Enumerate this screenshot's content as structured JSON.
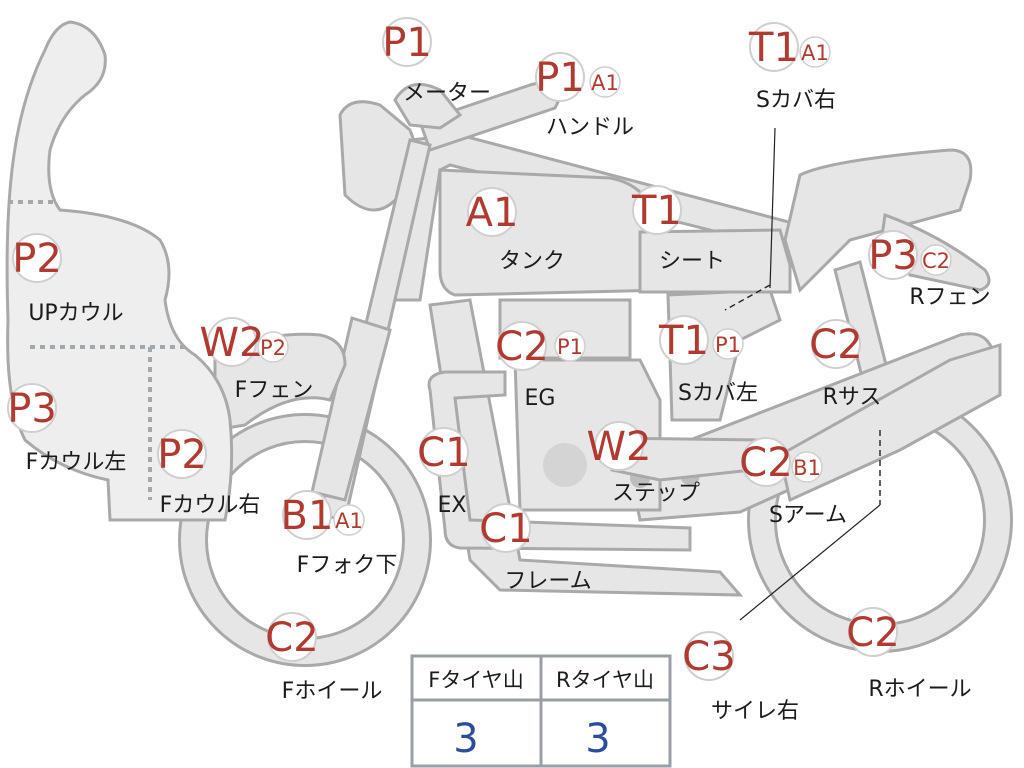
{
  "parts": [
    {
      "id": "meter",
      "codes": [
        "P1"
      ],
      "label": "メーター"
    },
    {
      "id": "handle",
      "codes": [
        "P1",
        "A1"
      ],
      "label": "ハンドル"
    },
    {
      "id": "s-cover-r",
      "codes": [
        "T1",
        "A1"
      ],
      "label": "Sカバ右"
    },
    {
      "id": "tank",
      "codes": [
        "A1"
      ],
      "label": "タンク"
    },
    {
      "id": "seat",
      "codes": [
        "T1"
      ],
      "label": "シート"
    },
    {
      "id": "r-fender",
      "codes": [
        "P3",
        "C2"
      ],
      "label": "Rフェン"
    },
    {
      "id": "up-cowl",
      "codes": [
        "P2"
      ],
      "label": "UPカウル"
    },
    {
      "id": "f-fender",
      "codes": [
        "W2",
        "P2"
      ],
      "label": "Fフェン"
    },
    {
      "id": "eg",
      "codes": [
        "C2",
        "P1"
      ],
      "label": "EG"
    },
    {
      "id": "s-cover-l",
      "codes": [
        "T1",
        "P1"
      ],
      "label": "Sカバ左"
    },
    {
      "id": "r-sus",
      "codes": [
        "C2"
      ],
      "label": "Rサス"
    },
    {
      "id": "f-cowl-l",
      "codes": [
        "P3"
      ],
      "label": "Fカウル左"
    },
    {
      "id": "f-cowl-r",
      "codes": [
        "P2"
      ],
      "label": "Fカウル右"
    },
    {
      "id": "ex",
      "codes": [
        "C1"
      ],
      "label": "EX"
    },
    {
      "id": "step",
      "codes": [
        "W2"
      ],
      "label": "ステップ"
    },
    {
      "id": "s-arm",
      "codes": [
        "C2",
        "B1"
      ],
      "label": "Sアーム"
    },
    {
      "id": "f-fork-low",
      "codes": [
        "B1",
        "A1"
      ],
      "label": "Fフォク下"
    },
    {
      "id": "frame",
      "codes": [
        "C1"
      ],
      "label": "フレーム"
    },
    {
      "id": "f-wheel",
      "codes": [
        "C2"
      ],
      "label": "Fホイール"
    },
    {
      "id": "silencer-r",
      "codes": [
        "C3"
      ],
      "label": "サイレ右"
    },
    {
      "id": "r-wheel",
      "codes": [
        "C2"
      ],
      "label": "Rホイール"
    }
  ],
  "tire_table": {
    "headers": [
      "Fタイヤ山",
      "Rタイヤ山"
    ],
    "values": [
      "3",
      "3"
    ]
  }
}
